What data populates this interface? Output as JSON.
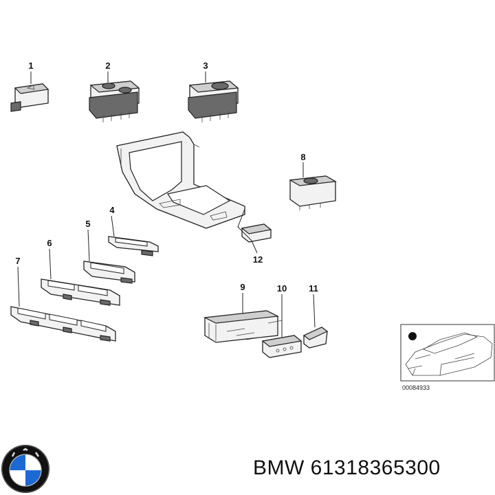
{
  "callouts": {
    "c1": "1",
    "c2": "2",
    "c3": "3",
    "c4": "4",
    "c5": "5",
    "c6": "6",
    "c7": "7",
    "c8": "8",
    "c9": "9",
    "c10": "10",
    "c11": "11",
    "c12": "12"
  },
  "inset": {
    "code": "00084933"
  },
  "footer": {
    "brand": "BMW",
    "part_number": "61318365300"
  },
  "logo": {
    "letters": "BMW"
  },
  "colors": {
    "logo_blue": "#1c69d4",
    "logo_ring": "#111111"
  }
}
